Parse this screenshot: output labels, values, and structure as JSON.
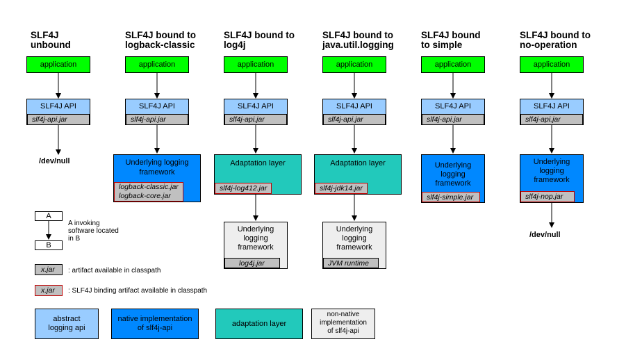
{
  "columns": [
    {
      "title1": "SLF4J",
      "title2": "unbound",
      "application": "application",
      "api": "SLF4J API",
      "api_jar": "slf4j-api.jar",
      "devnull": "/dev/null"
    },
    {
      "title1": "SLF4J bound to",
      "title2": "logback-classic",
      "application": "application",
      "api": "SLF4J API",
      "api_jar": "slf4j-api.jar",
      "framework_l1": "Underlying logging",
      "framework_l2": "framework",
      "jar1": "logback-classic.jar",
      "jar2": "logback-core.jar"
    },
    {
      "title1": "SLF4J bound to",
      "title2": "log4j",
      "application": "application",
      "api": "SLF4J API",
      "api_jar": "slf4j-api.jar",
      "adapt": "Adaptation layer",
      "adapt_jar": "slf4j-log412.jar",
      "under_l1": "Underlying",
      "under_l2": "logging",
      "under_l3": "framework",
      "under_jar": "log4j.jar"
    },
    {
      "title1": "SLF4J bound to",
      "title2": "java.util.logging",
      "application": "application",
      "api": "SLF4J API",
      "api_jar": "slf4j-api.jar",
      "adapt": "Adaptation layer",
      "adapt_jar": "slf4j-jdk14.jar",
      "under_l1": "Underlying",
      "under_l2": "logging",
      "under_l3": "framework",
      "under_jar": "JVM runtime"
    },
    {
      "title1": "SLF4J bound",
      "title2": "to simple",
      "application": "application",
      "api": "SLF4J API",
      "api_jar": "slf4j-api.jar",
      "framework_l1": "Underlying",
      "framework_l2": "logging",
      "framework_l3": "framework",
      "jar": "slf4j-simple.jar"
    },
    {
      "title1": "SLF4J bound to",
      "title2": "no-operation",
      "application": "application",
      "api": "SLF4J API",
      "api_jar": "slf4j-api.jar",
      "framework_l1": "Underlying",
      "framework_l2": "logging",
      "framework_l3": "framework",
      "jar": "slf4j-nop.jar",
      "devnull": "/dev/null"
    }
  ],
  "legend": {
    "box_a": "A",
    "box_b": "B",
    "invoke_l1": "A invoking",
    "invoke_l2": "software located",
    "invoke_l3": "in B",
    "jar_sample": "x.jar",
    "jar_desc": ": artifact available in classpath",
    "binding_sample": "x.jar",
    "binding_desc": ": SLF4J binding artifact available in classpath",
    "swatches": [
      {
        "l1": "abstract",
        "l2": "logging api"
      },
      {
        "l1": "native implementation",
        "l2": "of slf4j-api"
      },
      {
        "l1": "adaptation layer"
      },
      {
        "l1": "non-native",
        "l2": "implementation",
        "l3": "of slf4j-api"
      }
    ]
  },
  "colors": {
    "application": "#00ff00",
    "abstract_api": "#99ccff",
    "native": "#0088ff",
    "adaptation": "#22c9bb",
    "non_native": "#eeeeee",
    "jar": "#c0c0c0",
    "binding_border": "#c00000"
  }
}
